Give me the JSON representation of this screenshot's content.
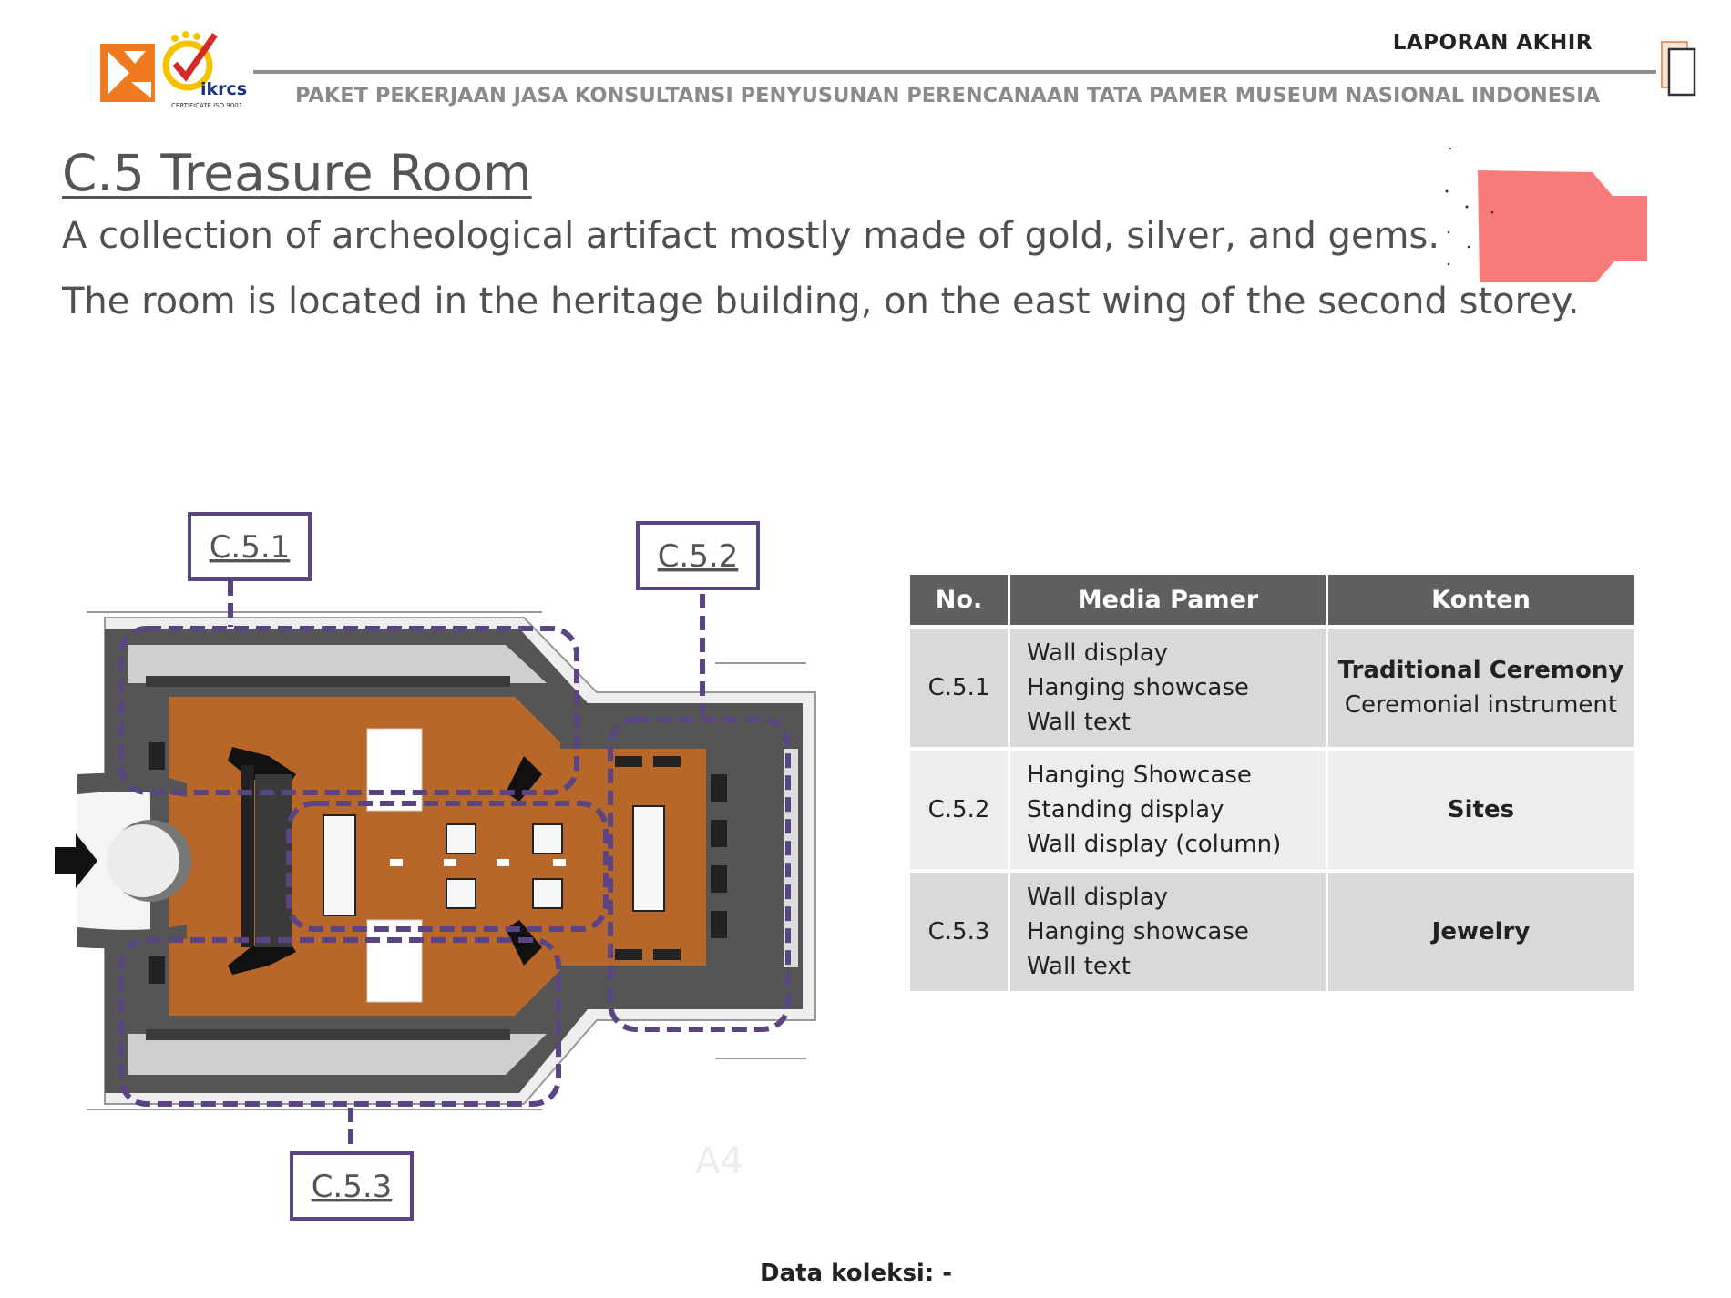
{
  "header": {
    "report_label": "LAPORAN AKHIR",
    "project_label": "PAKET PEKERJAAN JASA KONSULTANSI PENYUSUNAN PERENCANAAN  TATA PAMER MUSEUM NASIONAL INDONESIA",
    "logo": {
      "brand_text": "ikrcs",
      "cert_text": "CERTIFICATE ISO 9001",
      "icon": "company-logo"
    }
  },
  "section": {
    "title": "C.5  Treasure Room",
    "description_1": "A collection of archeological artifact mostly made of gold, silver, and gems.",
    "description_2": "The room is located in the heritage building, on the east wing of the second storey."
  },
  "floor_plan": {
    "zone_labels": [
      "C.5.1",
      "C.5.2",
      "C.5.3"
    ],
    "watermark": "A4",
    "colors": {
      "floor": "#b8672a",
      "walls": "#555555",
      "zone_outline": "#5a4482"
    }
  },
  "table": {
    "headers": [
      "No.",
      "Media Pamer",
      "Konten"
    ],
    "rows": [
      {
        "no": "C.5.1",
        "media": [
          "Wall display",
          "Hanging showcase",
          "Wall text"
        ],
        "konten_main": "Traditional Ceremony",
        "konten_sub": "Ceremonial  instrument"
      },
      {
        "no": "C.5.2",
        "media": [
          "Hanging Showcase",
          "Standing display",
          "Wall display (column)"
        ],
        "konten_main": "Sites",
        "konten_sub": ""
      },
      {
        "no": "C.5.3",
        "media": [
          "Wall display",
          "Hanging showcase",
          "Wall text"
        ],
        "konten_main": "Jewelry",
        "konten_sub": ""
      }
    ]
  },
  "footer": {
    "note": "Data koleksi: -"
  },
  "colors": {
    "logo_orange": "#f07a1f",
    "logo_yellow": "#f5c200",
    "location_highlight": "#f87b7b",
    "table_header": "#5f5f5f"
  }
}
